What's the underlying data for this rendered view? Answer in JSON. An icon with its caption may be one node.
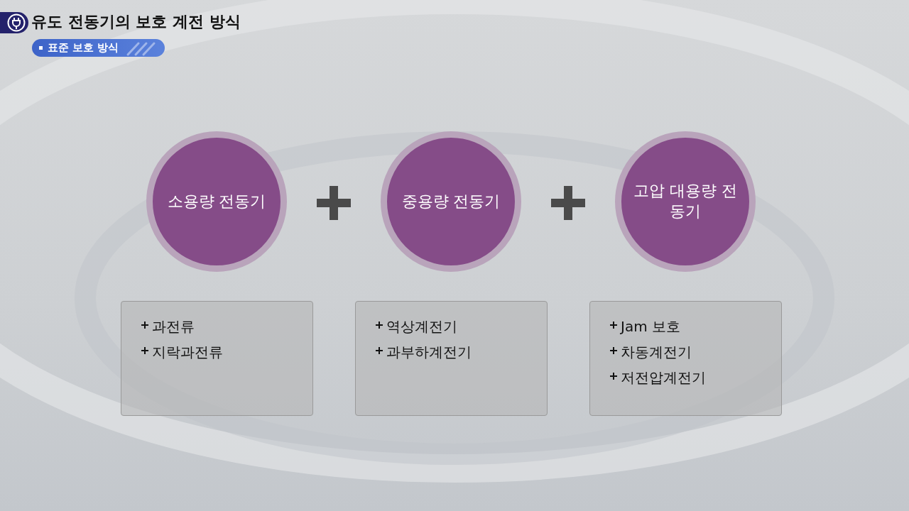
{
  "diagram": {
    "title": "유도 전동기의 보호 계전 방식",
    "nodes": [
      {
        "text": [
          "표준 보호 방식"
        ]
      },
      {
        "text": [
          "소용량 전동기"
        ]
      },
      {
        "text": [
          "중용량 전동기"
        ]
      },
      {
        "text": [
          "고압 대용량 전동기"
        ]
      },
      {
        "text": [
          "과전류",
          "지락과전류"
        ]
      },
      {
        "text": [
          "역상계전기",
          "과부하계전기"
        ]
      },
      {
        "text": [
          "Jam 보호",
          "차동계전기",
          "저전압계전기"
        ]
      }
    ]
  }
}
